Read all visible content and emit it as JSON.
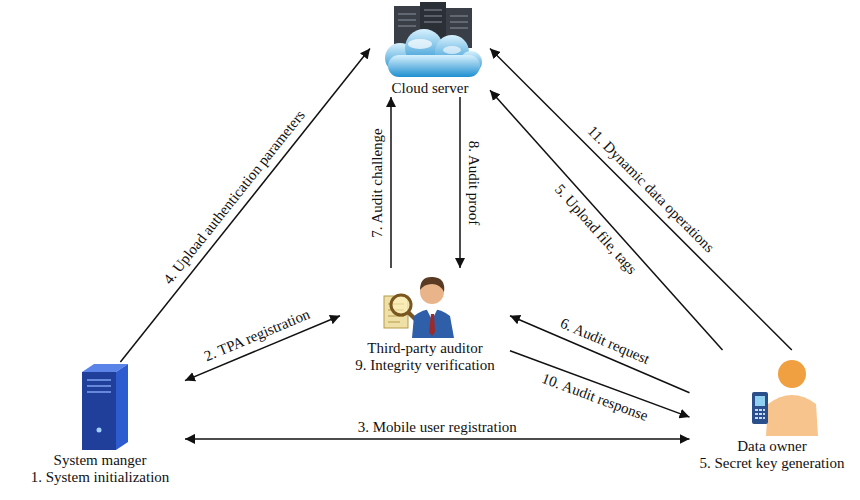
{
  "diagram": {
    "nodes": [
      {
        "text": [
          "Cloud server"
        ]
      },
      {
        "text": [
          "Third-party auditor",
          "9. Integrity verification"
        ]
      },
      {
        "text": [
          "System manger",
          "1. System initialization"
        ]
      },
      {
        "text": [
          "Data owner",
          "5. Secret key generation"
        ]
      }
    ],
    "edges": [
      {
        "from": 2,
        "to": 0,
        "label": "4. Upload authentication parameters",
        "arrow": "to"
      },
      {
        "from": 1,
        "to": 2,
        "label": "2. TPA registration",
        "arrow": "both"
      },
      {
        "from": 2,
        "to": 3,
        "label": "3. Mobile user registration",
        "arrow": "both"
      },
      {
        "from": 1,
        "to": 0,
        "label": "7. Audit challenge",
        "arrow": "to"
      },
      {
        "from": 0,
        "to": 1,
        "label": "8. Audit proof",
        "arrow": "to"
      },
      {
        "from": 3,
        "to": 0,
        "label": "5. Upload file, tags",
        "arrow": "to"
      },
      {
        "from": 3,
        "to": 0,
        "label": "11. Dynamic data operations",
        "arrow": "to"
      },
      {
        "from": 3,
        "to": 1,
        "label": "6. Audit request",
        "arrow": "to"
      },
      {
        "from": 1,
        "to": 3,
        "label": "10. Audit response",
        "arrow": "to"
      }
    ]
  }
}
